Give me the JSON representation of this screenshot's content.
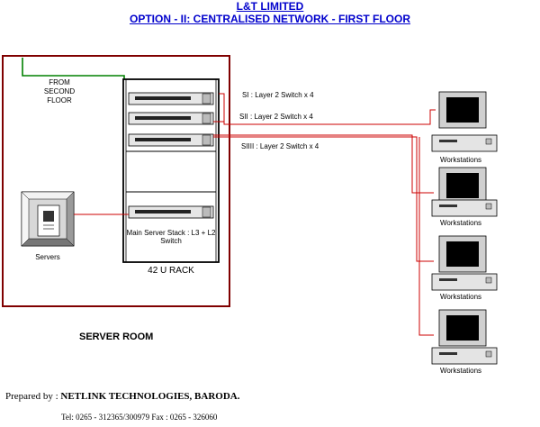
{
  "header": {
    "title": "L&T LIMITED",
    "subtitle": "OPTION - II: CENTRALISED NETWORK  -  FIRST FLOOR"
  },
  "diagram": {
    "from_floor": [
      "FROM",
      "SECOND",
      "FLOOR"
    ],
    "switches": [
      "SI : Layer 2 Switch x 4",
      "SII : Layer 2 Switch x 4",
      "SIIII : Layer 2 Switch x 4"
    ],
    "main_server_stack": [
      "Main Server Stack : L3 + L2",
      "Switch"
    ],
    "rack_label": "42 U RACK",
    "servers_label": "Servers",
    "server_room_label": "SERVER ROOM",
    "workstations": [
      "Workstations",
      "Workstations",
      "Workstations",
      "Workstations"
    ]
  },
  "footer": {
    "prepared_by_label": "Prepared by :",
    "company": "NETLINK TECHNOLOGIES, BARODA.",
    "contact": "Tel: 0265 - 312365/300979 Fax : 0265 - 326060"
  },
  "colors": {
    "title": "#0000cc",
    "room_border": "#800000",
    "uplink": "#008000",
    "link": "#cc0000"
  }
}
